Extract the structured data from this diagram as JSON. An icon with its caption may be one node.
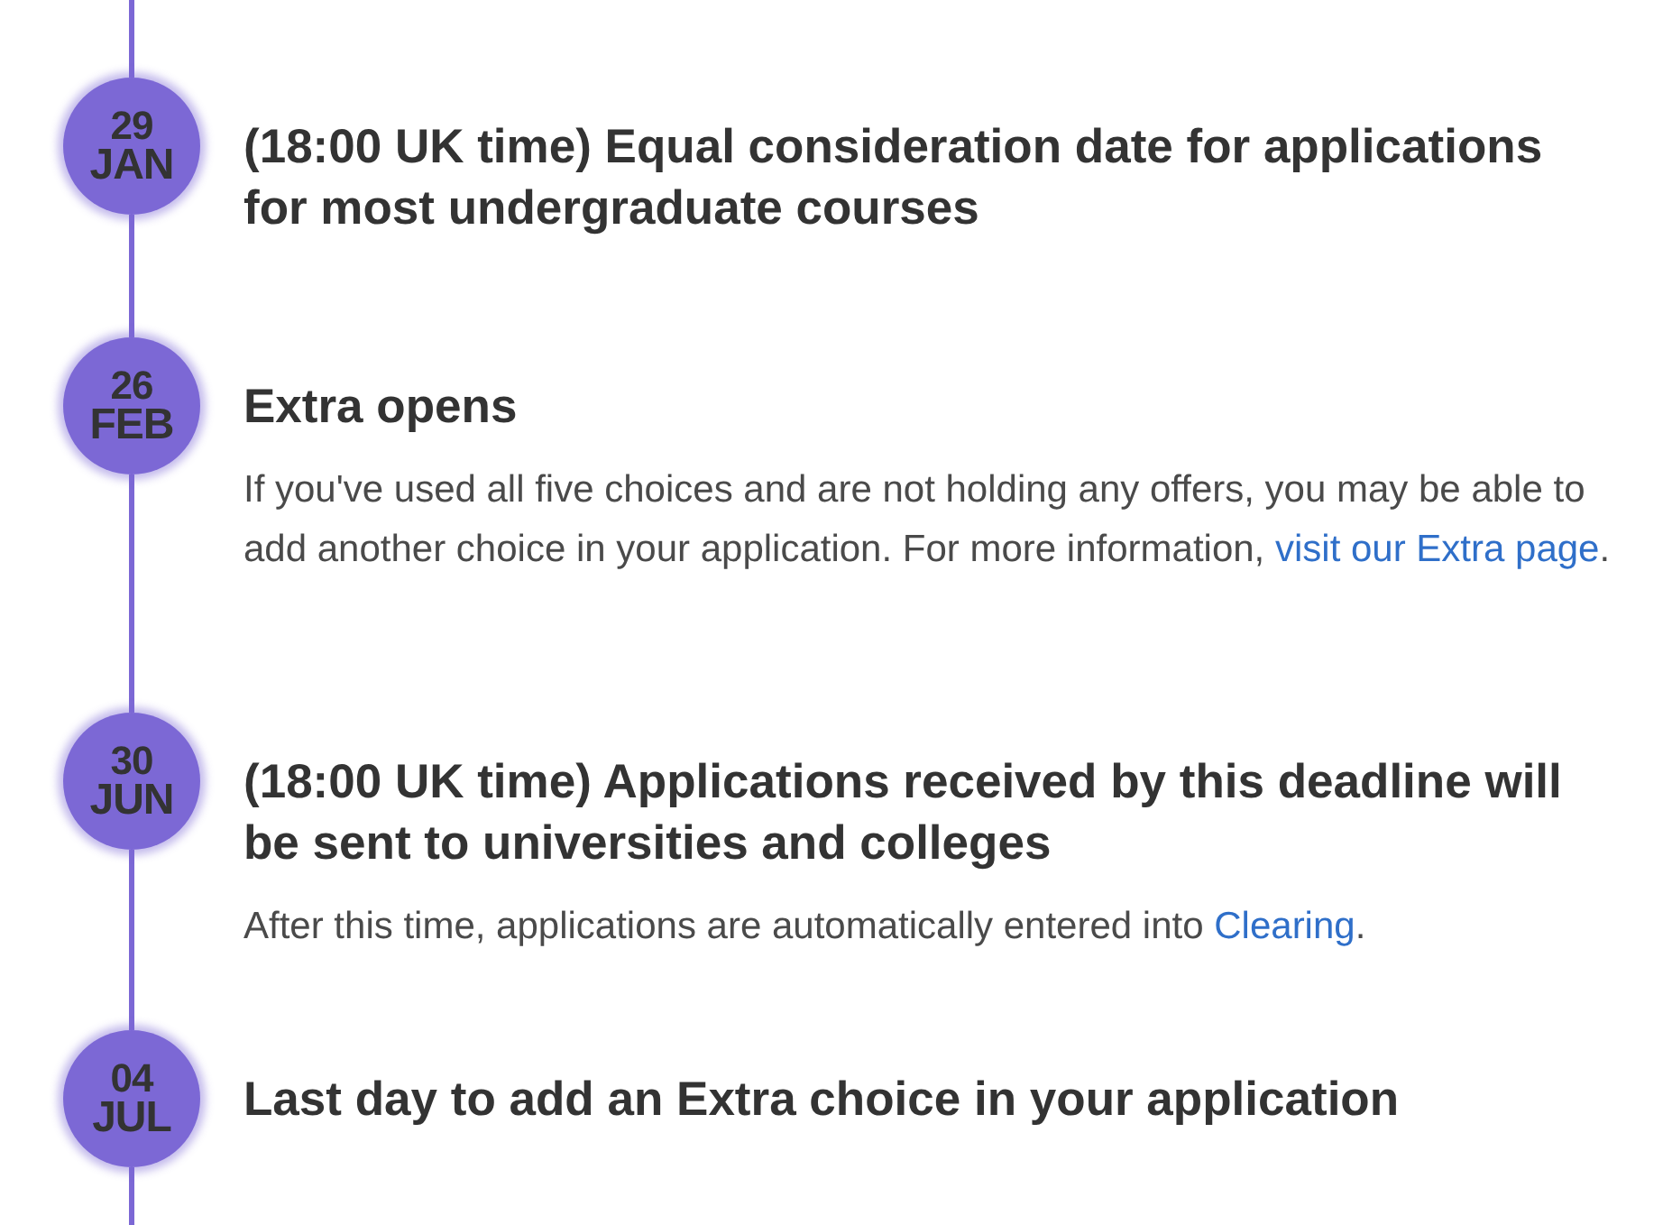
{
  "diagram": {
    "nodes": [
      {
        "text": [
          "29",
          "JAN"
        ],
        "beside": [
          "(18:00 UK time) Equal consideration date for applications for most undergraduate courses"
        ]
      },
      {
        "text": [
          "26",
          "FEB"
        ],
        "beside": [
          "Extra opens",
          "If you've used all five choices and are not holding any offers, you may be able to add another choice in your application. For more information,",
          "visit our Extra page",
          "."
        ]
      },
      {
        "text": [
          "30",
          "JUN"
        ],
        "beside": [
          "(18:00 UK time) Applications received by this deadline will be sent to universities and colleges",
          "After this time, applications are automatically entered into",
          "Clearing",
          "."
        ]
      },
      {
        "text": [
          "04",
          "JUL"
        ],
        "beside": [
          "Last day to add an Extra choice in your application"
        ]
      }
    ],
    "edges": [
      {
        "from": null,
        "to": 0,
        "arrow": "none"
      },
      {
        "from": 0,
        "to": 1,
        "arrow": "none"
      },
      {
        "from": 1,
        "to": 2,
        "arrow": "none"
      },
      {
        "from": 2,
        "to": 3,
        "arrow": "none"
      },
      {
        "from": 3,
        "to": null,
        "arrow": "none"
      }
    ]
  }
}
